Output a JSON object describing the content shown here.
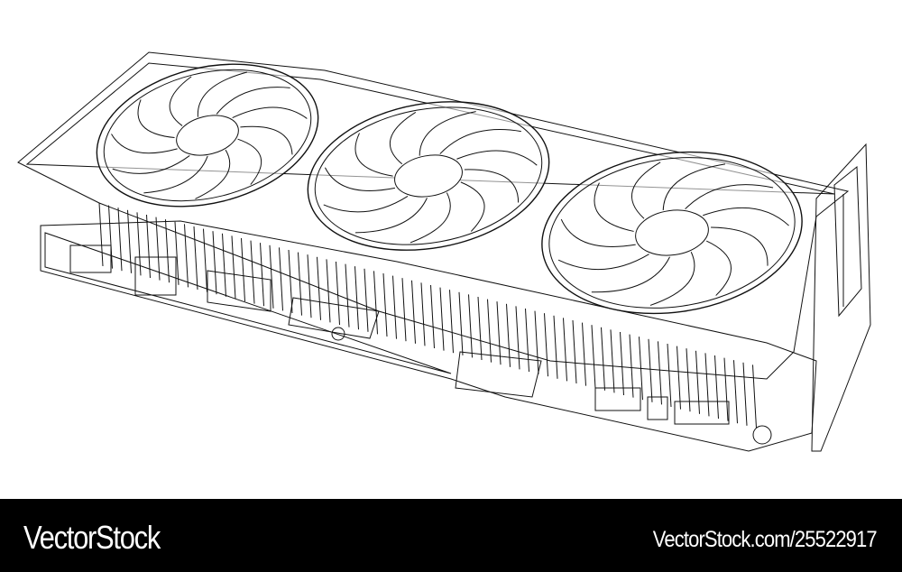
{
  "image": {
    "subject": "graphics-card-wireframe",
    "line_color": "#000000",
    "background": "#ffffff"
  },
  "watermark": {
    "brand": "VectorStock",
    "credit": "VectorStock.com/25522917",
    "bar_color": "#000000",
    "text_color": "#ffffff"
  }
}
